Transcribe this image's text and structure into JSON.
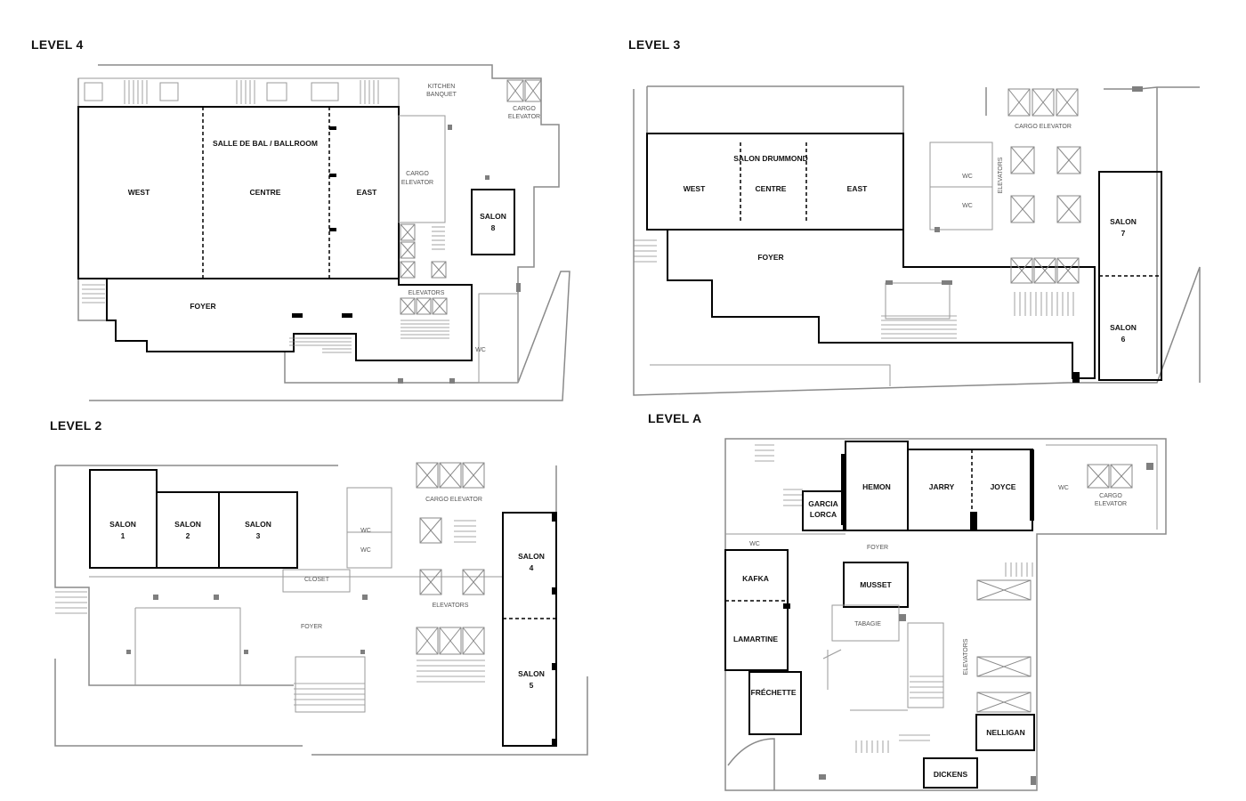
{
  "levels": {
    "level4": {
      "title": "LEVEL 4",
      "rooms": {
        "ballroom": "SALLE DE BAL / BALLROOM",
        "west": "WEST",
        "centre": "CENTRE",
        "east": "EAST",
        "salon8_line1": "SALON",
        "salon8_line2": "8",
        "foyer": "FOYER"
      },
      "areas": {
        "kitchen_line1": "KITCHEN",
        "kitchen_line2": "BANQUET",
        "cargo_line1": "CARGO",
        "cargo_line2": "ELEVATOR",
        "cargo2_line1": "CARGO",
        "cargo2_line2": "ELEVATOR",
        "elevators": "ELEVATORS",
        "wc": "WC"
      }
    },
    "level3": {
      "title": "LEVEL 3",
      "rooms": {
        "salon_drummond": "SALON DRUMMOND",
        "west": "WEST",
        "centre": "CENTRE",
        "east": "EAST",
        "foyer": "FOYER",
        "salon7_line1": "SALON",
        "salon7_line2": "7",
        "salon6_line1": "SALON",
        "salon6_line2": "6"
      },
      "areas": {
        "cargo": "CARGO ELEVATOR",
        "elevators": "ELEVATORS",
        "wc1": "WC",
        "wc2": "WC"
      }
    },
    "level2": {
      "title": "LEVEL 2",
      "rooms": {
        "salon1_line1": "SALON",
        "salon1_line2": "1",
        "salon2_line1": "SALON",
        "salon2_line2": "2",
        "salon3_line1": "SALON",
        "salon3_line2": "3",
        "salon4_line1": "SALON",
        "salon4_line2": "4",
        "salon5_line1": "SALON",
        "salon5_line2": "5"
      },
      "areas": {
        "cargo": "CARGO ELEVATOR",
        "elevators": "ELEVATORS",
        "closet": "CLOSET",
        "foyer": "FOYER",
        "wc1": "WC",
        "wc2": "WC"
      }
    },
    "levelA": {
      "title": "LEVEL A",
      "rooms": {
        "hemon": "HEMON",
        "jarry": "JARRY",
        "joyce": "JOYCE",
        "garcia_line1": "GARCIA",
        "garcia_line2": "LORCA",
        "kafka": "KAFKA",
        "musset": "MUSSET",
        "lamartine": "LAMARTINE",
        "frechette": "FRÉCHETTE",
        "nelligan": "NELLIGAN",
        "dickens": "DICKENS"
      },
      "areas": {
        "wc": "WC",
        "cargo_line1": "CARGO",
        "cargo_line2": "ELEVATOR",
        "foyer": "FOYER",
        "tabagie": "TABAGIE",
        "elevators": "ELEVATORS",
        "wc2": "WC"
      }
    }
  }
}
